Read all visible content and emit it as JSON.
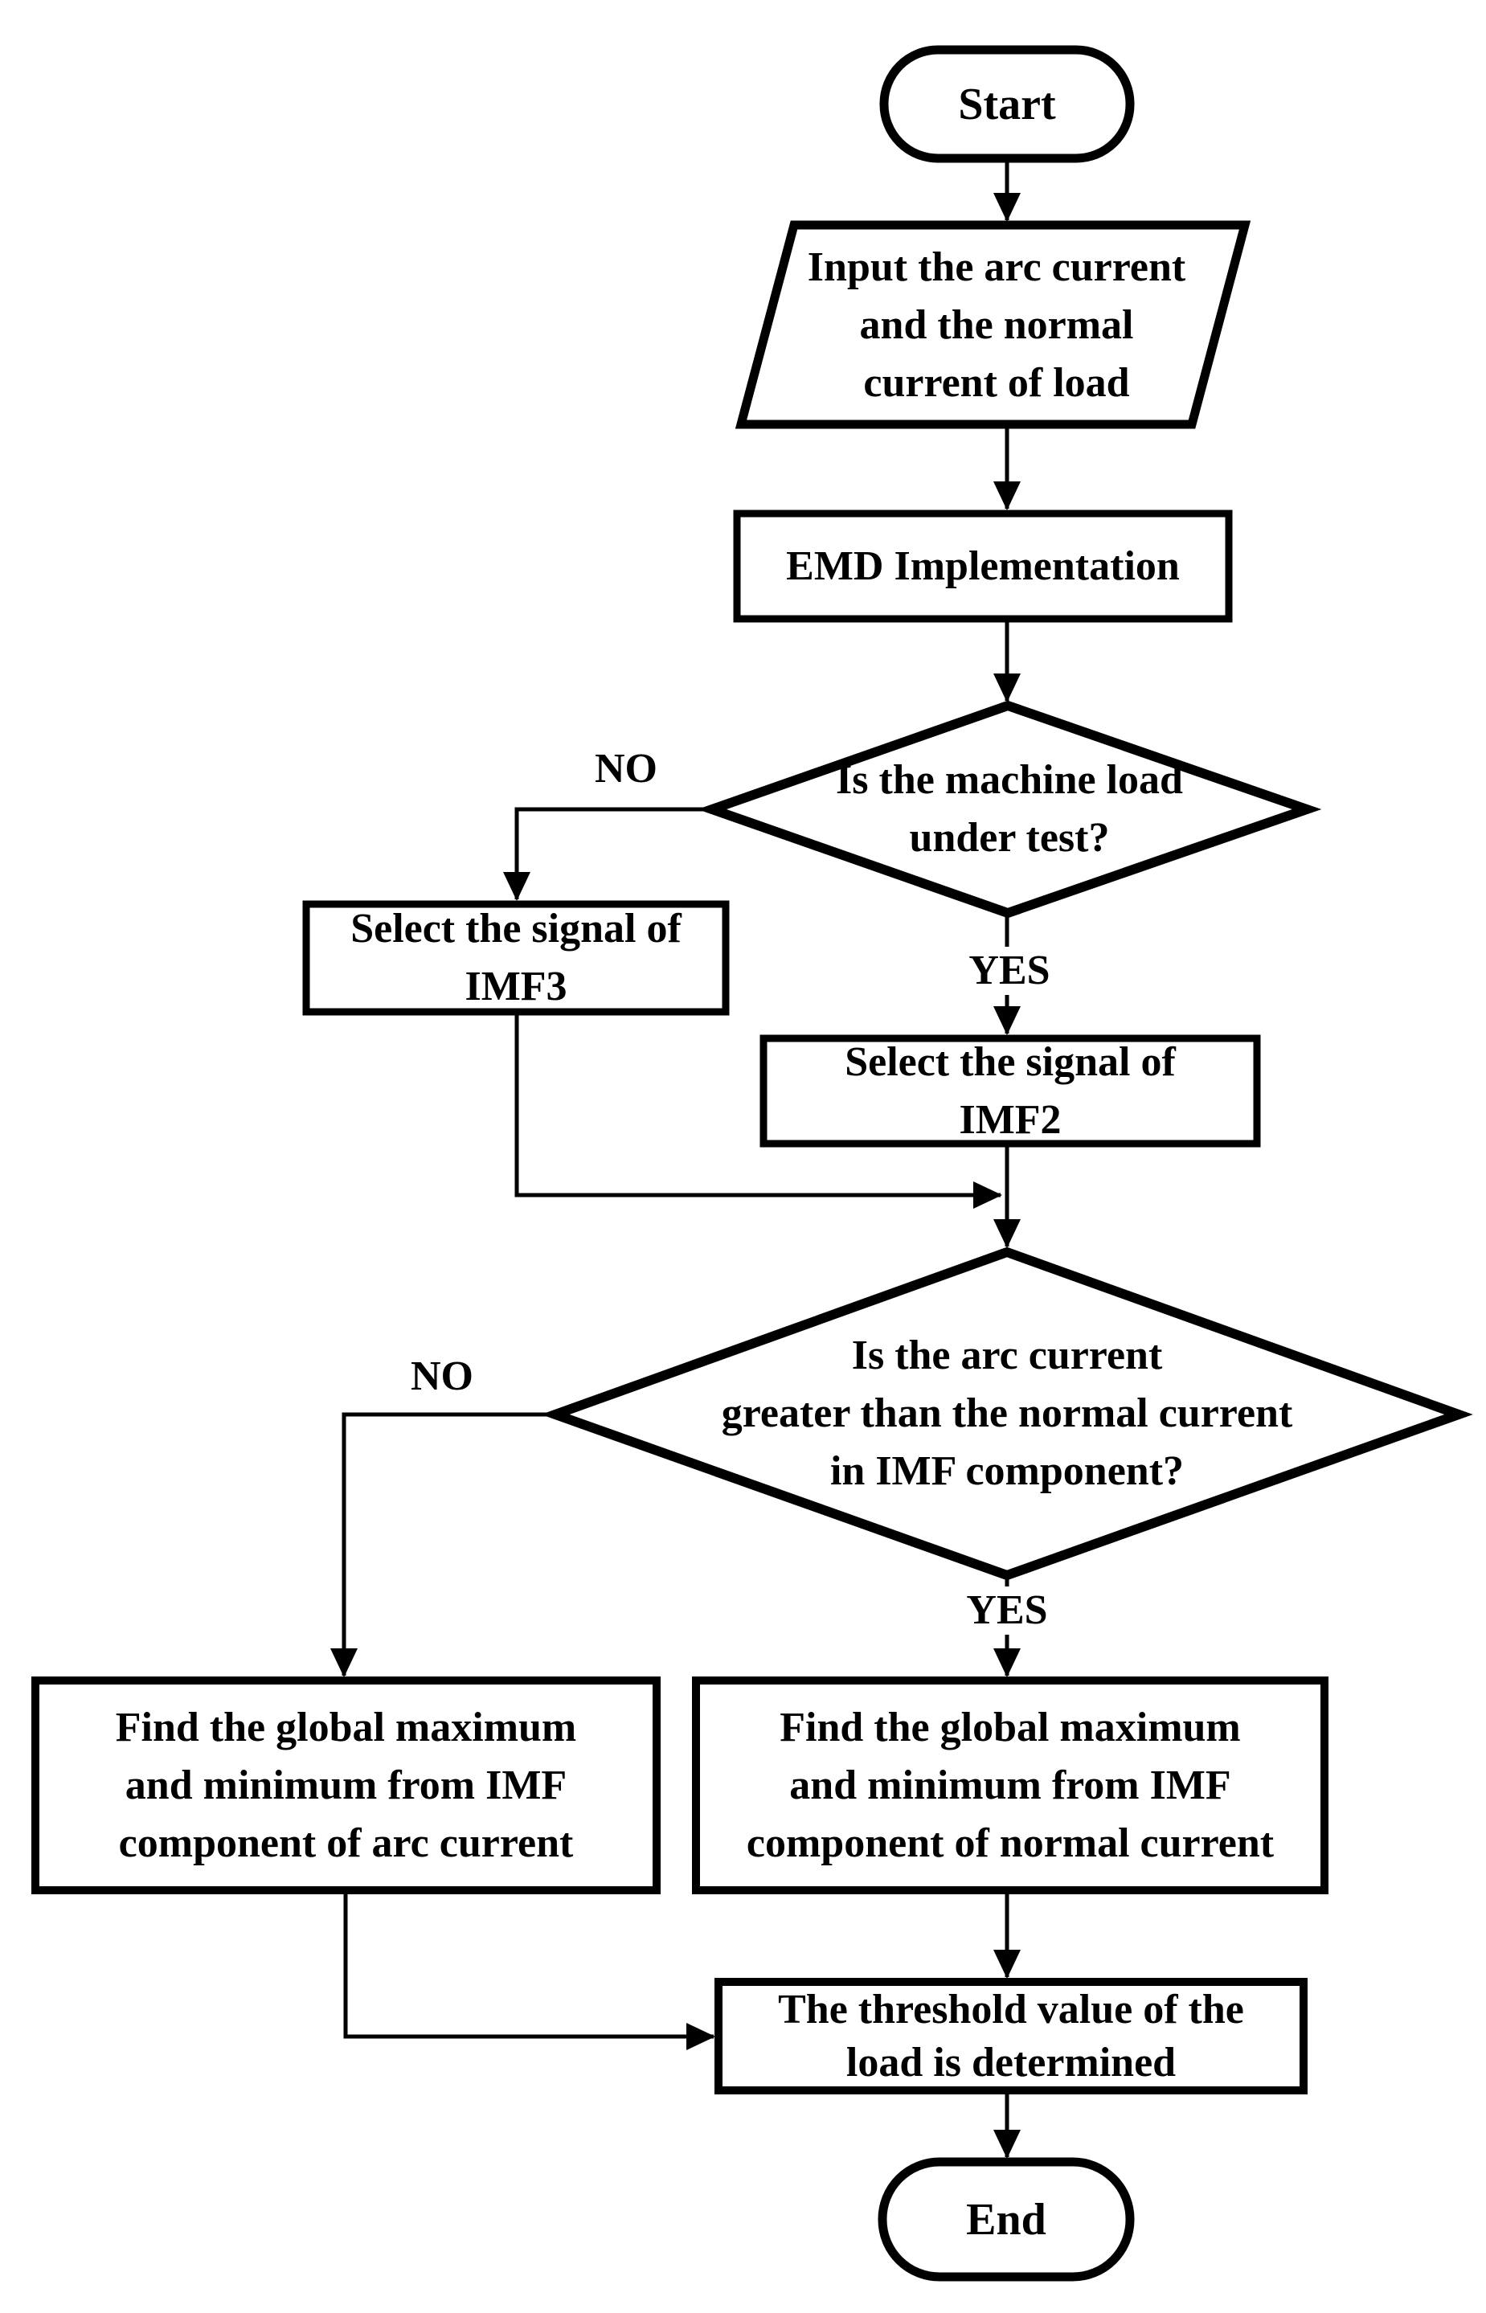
{
  "diagram": {
    "title": "Arc detection threshold flowchart",
    "background_color": "#ffffff",
    "line_color": "#000000",
    "text_color": "#000000"
  },
  "nodes": {
    "start": {
      "type": "terminator",
      "label": "Start"
    },
    "input_data": {
      "type": "input-output",
      "lines": [
        "Input the arc current",
        "and the normal",
        "current of load"
      ]
    },
    "emd": {
      "type": "process",
      "label": "EMD Implementation"
    },
    "decision_machine_load": {
      "type": "decision",
      "lines": [
        "Is the machine load",
        "under test?"
      ]
    },
    "select_imf3": {
      "type": "process",
      "lines": [
        "Select the signal of",
        "IMF3"
      ]
    },
    "select_imf2": {
      "type": "process",
      "lines": [
        "Select the signal of",
        "IMF2"
      ]
    },
    "decision_arc_current": {
      "type": "decision",
      "lines": [
        "Is the arc current",
        "greater than the normal current",
        "in IMF component?"
      ]
    },
    "find_extrema_arc": {
      "type": "process",
      "lines": [
        "Find the global maximum",
        "and minimum from IMF",
        "component of arc current"
      ]
    },
    "find_extrema_normal": {
      "type": "process",
      "lines": [
        "Find the global maximum",
        "and minimum from IMF",
        "component of normal current"
      ]
    },
    "threshold": {
      "type": "process",
      "lines": [
        "The threshold value of the",
        "load is determined"
      ]
    },
    "end": {
      "type": "terminator",
      "label": "End"
    }
  },
  "edge_labels": {
    "decision1_no": "NO",
    "decision1_yes": "YES",
    "decision2_no": "NO",
    "decision2_yes": "YES"
  }
}
